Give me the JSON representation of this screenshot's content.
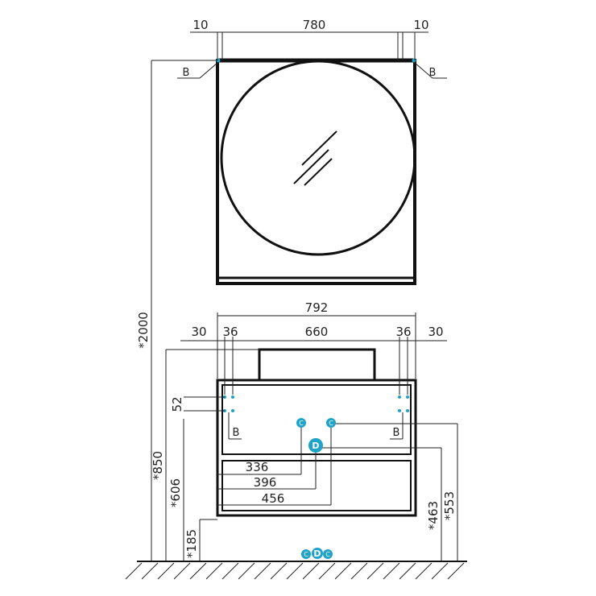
{
  "mirror": {
    "dim_left": "10",
    "dim_width": "780",
    "dim_right": "10",
    "mark_left": "B",
    "mark_right": "B"
  },
  "cabinet": {
    "dim_total": "792",
    "dim_a": "30",
    "dim_b": "36",
    "dim_c": "660",
    "dim_d": "36",
    "dim_e": "30",
    "dim_52": "52",
    "mark_left": "B",
    "mark_right": "B",
    "marker_c": "C",
    "marker_d": "D",
    "dim_336": "336",
    "dim_396": "396",
    "dim_456": "456"
  },
  "heights": {
    "h2000": "*2000",
    "h850": "*850",
    "h606": "*606",
    "h185": "*185",
    "h463": "*463",
    "h553": "*553"
  },
  "floor": {
    "marker_c1": "C",
    "marker_d": "D",
    "marker_c2": "C"
  },
  "colors": {
    "accent": "#1fa3c9",
    "line": "#111111"
  }
}
